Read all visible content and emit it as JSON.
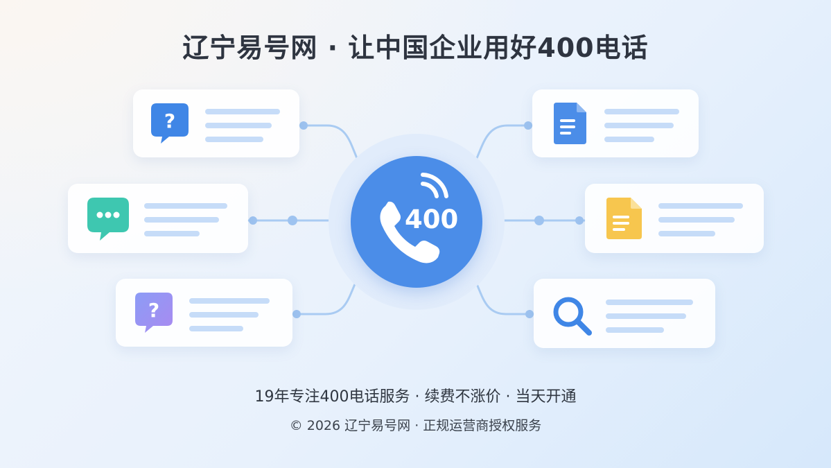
{
  "header": {
    "title": "辽宁易号网 · 让中国企业用好400电话"
  },
  "hub": {
    "label": "400",
    "icon": "phone-icon"
  },
  "cards": [
    {
      "name": "question-card",
      "icon": "question-bubble-icon",
      "color": "#3f86e6"
    },
    {
      "name": "chat-card",
      "icon": "chat-bubble-icon",
      "color": "#3ec7b0"
    },
    {
      "name": "help-card",
      "icon": "question-bubble-icon",
      "color": "#9a8cf2"
    },
    {
      "name": "document-card",
      "icon": "document-icon",
      "color": "#4b8de8"
    },
    {
      "name": "note-card",
      "icon": "document-icon",
      "color": "#f7c64e"
    },
    {
      "name": "search-card",
      "icon": "search-icon",
      "color": "#3f86e6"
    }
  ],
  "footer": {
    "tagline": "19年专注400电话服务 · 续费不涨价 · 当天开通",
    "copyright": "© 2026 辽宁易号网 · 正规运营商授权服务"
  }
}
